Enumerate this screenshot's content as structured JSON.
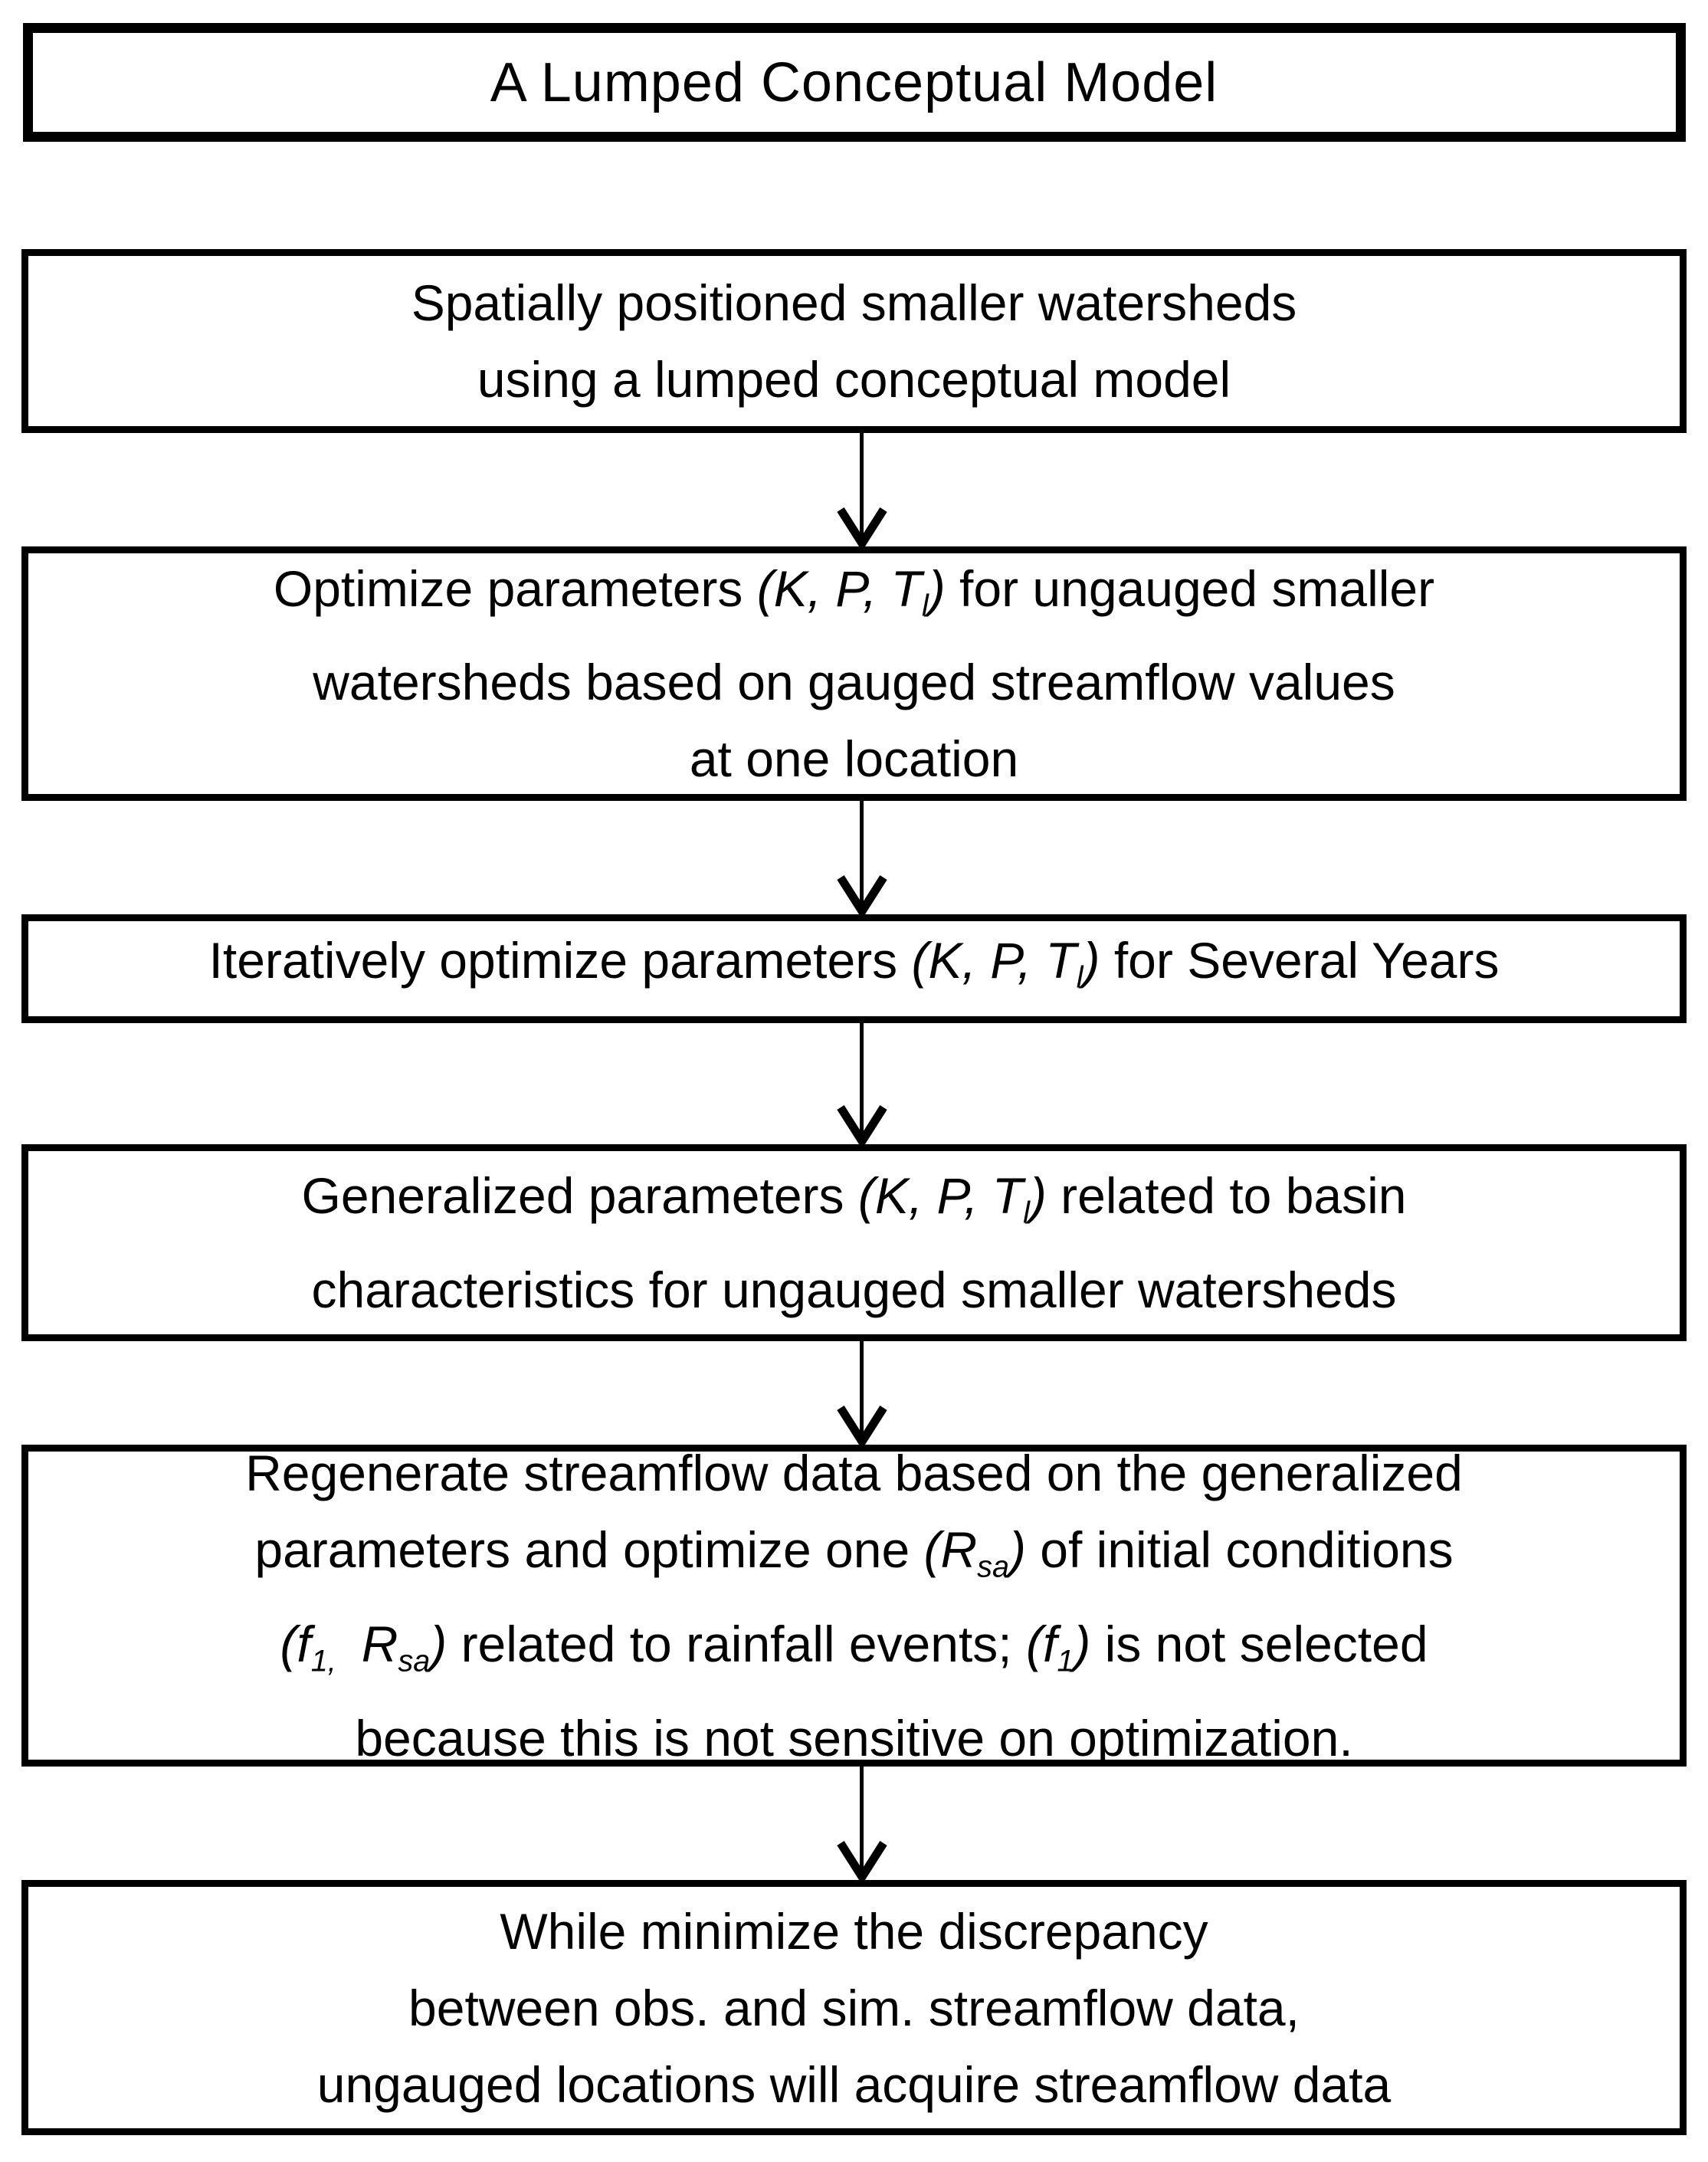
{
  "colors": {
    "background": "#ffffff",
    "border": "#000000",
    "text": "#000000"
  },
  "title_box": {
    "text": "A Lumped Conceptual Model"
  },
  "boxes": [
    {
      "name": "spatially-positioned-watersheds",
      "lines": [
        [
          {
            "t": "Spatially positioned smaller watersheds"
          }
        ],
        [
          {
            "t": "using a lumped conceptual model"
          }
        ]
      ]
    },
    {
      "name": "optimize-parameters",
      "lines": [
        [
          {
            "t": "Optimize parameters "
          },
          {
            "t": "(K, P, T",
            "s": "i"
          },
          {
            "t": "l",
            "s": "isub"
          },
          {
            "t": ")",
            "s": "i"
          },
          {
            "t": " for ungauged smaller"
          }
        ],
        [
          {
            "t": "watersheds based on gauged streamflow values"
          }
        ],
        [
          {
            "t": "at one location"
          }
        ]
      ]
    },
    {
      "name": "iteratively-optimize",
      "lines": [
        [
          {
            "t": "Iteratively optimize parameters "
          },
          {
            "t": "(K, P, T",
            "s": "i"
          },
          {
            "t": "l",
            "s": "isub"
          },
          {
            "t": ")",
            "s": "i"
          },
          {
            "t": " for Several Years"
          }
        ]
      ]
    },
    {
      "name": "generalized-parameters",
      "lines": [
        [
          {
            "t": "Generalized parameters "
          },
          {
            "t": "(K, P, T",
            "s": "i"
          },
          {
            "t": "l",
            "s": "isub"
          },
          {
            "t": ")",
            "s": "i"
          },
          {
            "t": " related to basin"
          }
        ],
        [
          {
            "t": "characteristics for ungauged smaller watersheds"
          }
        ]
      ]
    },
    {
      "name": "regenerate-streamflow",
      "lines": [
        [
          {
            "t": "Regenerate streamflow data based on the generalized"
          }
        ],
        [
          {
            "t": "parameters and optimize one "
          },
          {
            "t": "(R",
            "s": "i"
          },
          {
            "t": "sa",
            "s": "isub"
          },
          {
            "t": ")",
            "s": "i"
          },
          {
            "t": " of initial conditions"
          }
        ],
        [
          {
            "t": "(f",
            "s": "i"
          },
          {
            "t": "1,",
            "s": "isub"
          },
          {
            "t": " "
          },
          {
            "t": "R",
            "s": "i"
          },
          {
            "t": "sa",
            "s": "isub"
          },
          {
            "t": ")",
            "s": "i"
          },
          {
            "t": " related to rainfall events; "
          },
          {
            "t": "(f",
            "s": "i"
          },
          {
            "t": "1",
            "s": "isub"
          },
          {
            "t": ")",
            "s": "i"
          },
          {
            "t": " is not selected"
          }
        ],
        [
          {
            "t": "because this is not sensitive on optimization."
          }
        ]
      ]
    },
    {
      "name": "minimize-discrepancy",
      "lines": [
        [
          {
            "t": "While minimize the discrepancy"
          }
        ],
        [
          {
            "t": "between obs. and sim. streamflow data,"
          }
        ],
        [
          {
            "t": "ungauged locations will acquire streamflow data"
          }
        ]
      ]
    }
  ]
}
